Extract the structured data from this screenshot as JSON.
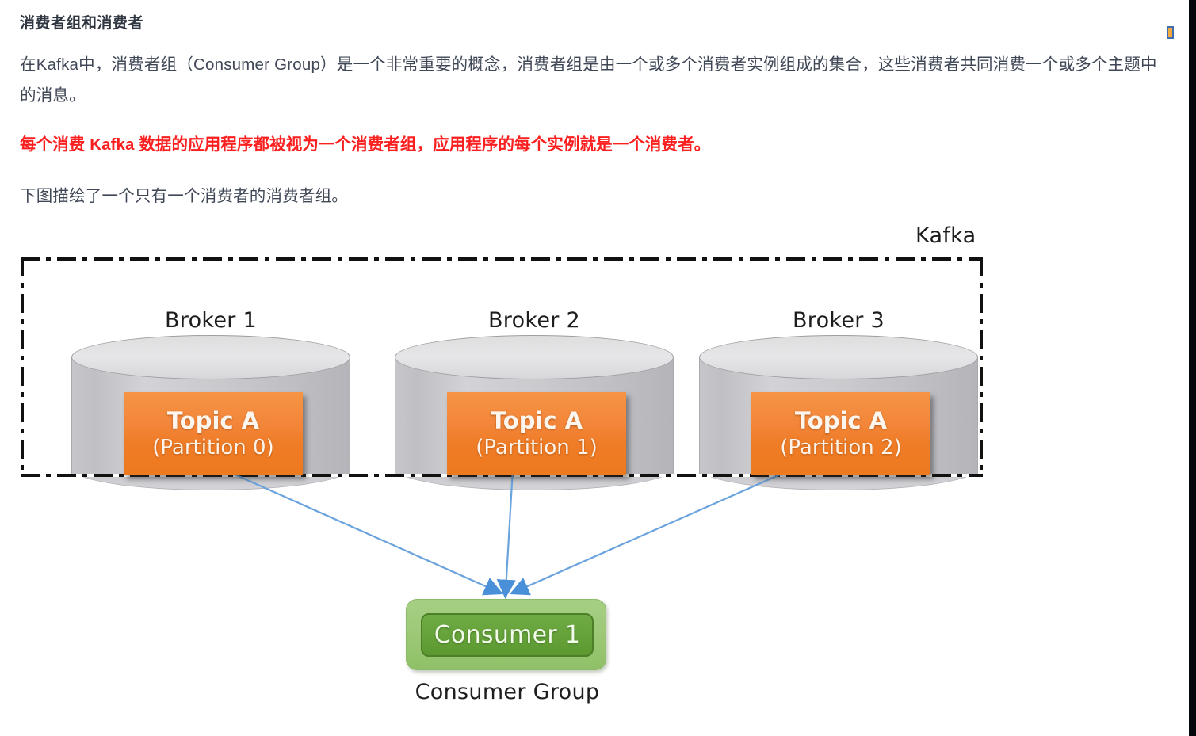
{
  "article": {
    "heading": "消费者组和消费者",
    "paragraph_intro": "在Kafka中，消费者组（Consumer Group）是一个非常重要的概念，消费者组是由一个或多个消费者实例组成的集合，这些消费者共同消费一个或多个主题中的消息。",
    "paragraph_highlight": "每个消费 Kafka 数据的应用程序都被视为一个消费者组，应用程序的每个实例就是一个消费者。",
    "paragraph_caption": "下图描绘了一个只有一个消费者的消费者组。",
    "highlight_color": "#fb1f1f",
    "body_color": "#3f4756",
    "heading_color": "#2f3640"
  },
  "diagram": {
    "cluster_label": "Kafka",
    "brokers": [
      {
        "label": "Broker 1",
        "topic_title": "Topic A",
        "topic_partition": "(Partition 0)"
      },
      {
        "label": "Broker 2",
        "topic_title": "Topic A",
        "topic_partition": "(Partition 1)"
      },
      {
        "label": "Broker 3",
        "topic_title": "Topic A",
        "topic_partition": "(Partition 2)"
      }
    ],
    "consumer": {
      "box_label": "Consumer 1",
      "group_caption": "Consumer Group"
    },
    "colors": {
      "topic_box_orange": "#ef7c26",
      "cylinder_gray": "#c9c9cd",
      "consumer_group_green": "#9ec978",
      "consumer_box_green": "#65a23a",
      "arrow_blue": "#5b9bd5",
      "boundary_black": "#111111"
    },
    "arrows": [
      {
        "from": "Broker 1",
        "to": "Consumer 1"
      },
      {
        "from": "Broker 2",
        "to": "Consumer 1"
      },
      {
        "from": "Broker 3",
        "to": "Consumer 1"
      }
    ]
  }
}
